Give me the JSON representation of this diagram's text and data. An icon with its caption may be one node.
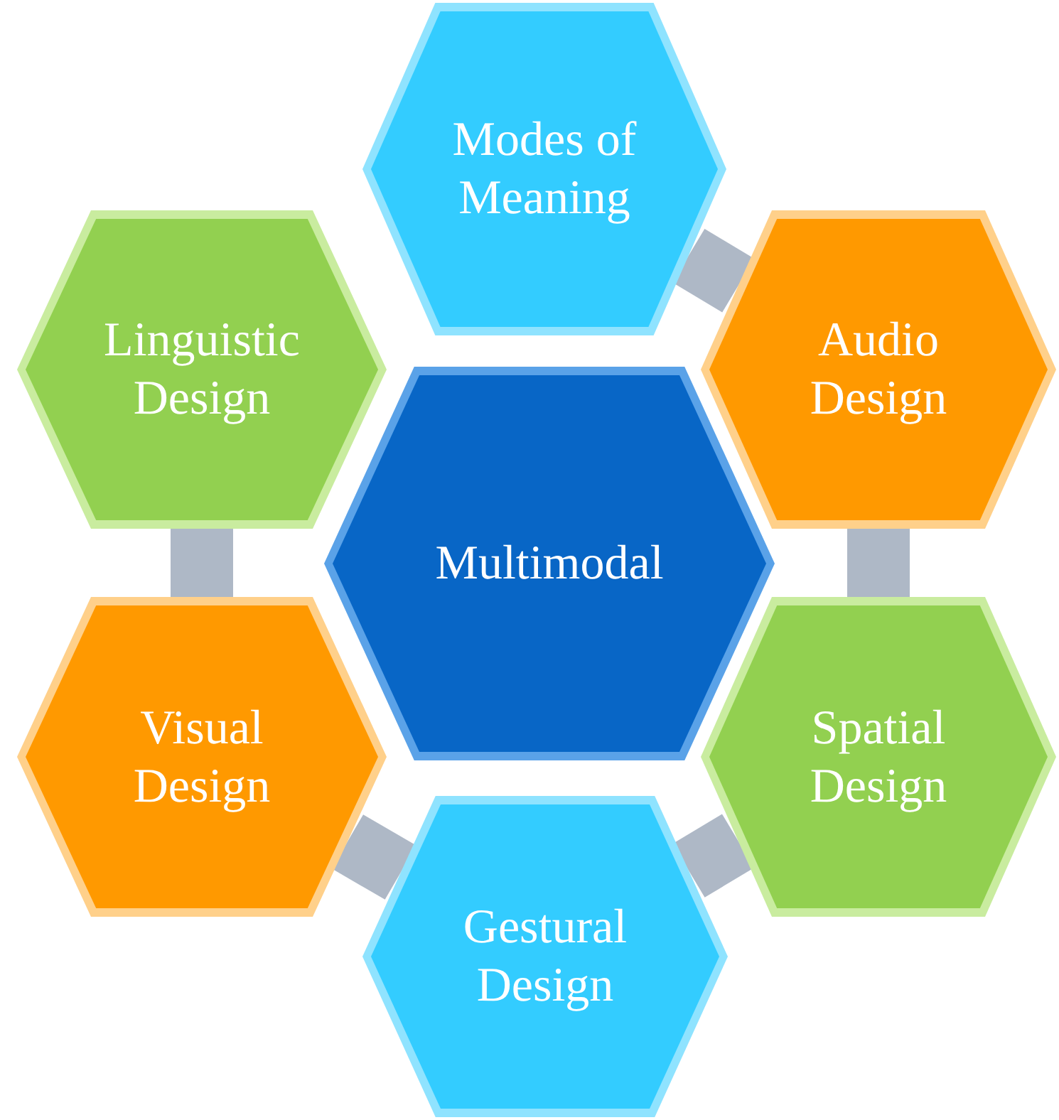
{
  "diagram": {
    "nodes": [
      {
        "text": [
          "Modes of Meaning"
        ]
      },
      {
        "text": [
          "Linguistic Design"
        ]
      },
      {
        "text": [
          "Audio Design"
        ]
      },
      {
        "text": [
          "Multimodal"
        ]
      },
      {
        "text": [
          "Visual Design"
        ]
      },
      {
        "text": [
          "Spatial Design"
        ]
      },
      {
        "text": [
          "Gestural Design"
        ]
      }
    ],
    "edges": [
      {
        "from": 0,
        "to": 2,
        "arrow": "none"
      },
      {
        "from": 2,
        "to": 5,
        "arrow": "none"
      },
      {
        "from": 5,
        "to": 6,
        "arrow": "none"
      },
      {
        "from": 6,
        "to": 4,
        "arrow": "none"
      },
      {
        "from": 4,
        "to": 1,
        "arrow": "none"
      }
    ]
  }
}
